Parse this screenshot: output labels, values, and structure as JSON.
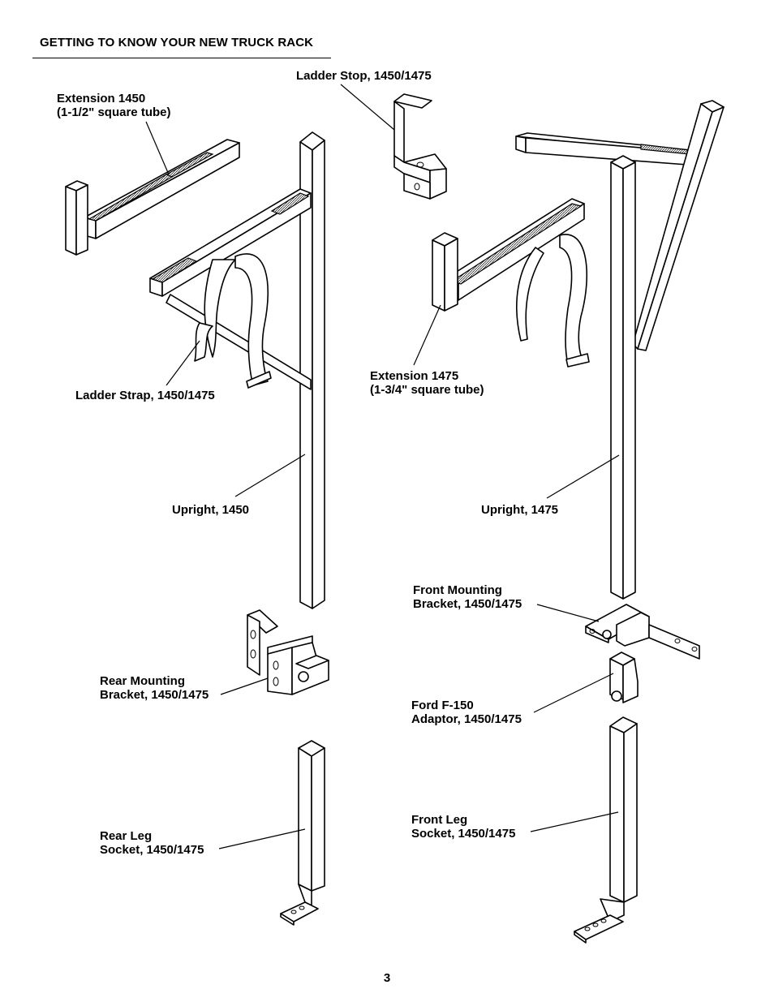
{
  "heading": "GETTING TO KNOW YOUR NEW TRUCK RACK",
  "labels": {
    "extension_1450": [
      "Extension 1450",
      "(1-1/2\" square tube)"
    ],
    "ladder_stop": [
      "Ladder Stop, 1450/1475"
    ],
    "ladder_strap": [
      "Ladder Strap, 1450/1475"
    ],
    "extension_1475": [
      "Extension 1475",
      "(1-3/4\" square tube)"
    ],
    "upright_1450": [
      "Upright, 1450"
    ],
    "upright_1475": [
      "Upright, 1475"
    ],
    "front_mounting_bracket": [
      "Front Mounting",
      "Bracket, 1450/1475"
    ],
    "rear_mounting_bracket": [
      "Rear Mounting",
      "Bracket, 1450/1475"
    ],
    "ford_adaptor": [
      "Ford F-150",
      "Adaptor, 1450/1475"
    ],
    "rear_leg_socket": [
      "Rear Leg",
      "Socket, 1450/1475"
    ],
    "front_leg_socket": [
      "Front Leg",
      "Socket, 1450/1475"
    ]
  },
  "page_number": "3"
}
